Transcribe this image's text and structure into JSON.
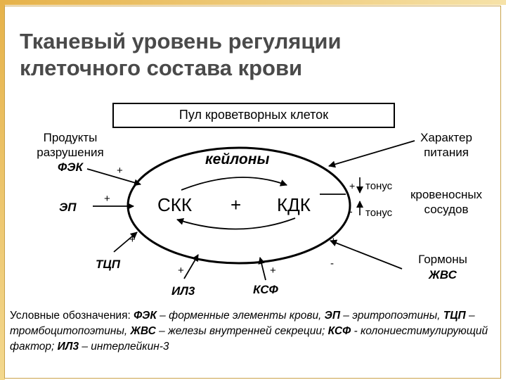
{
  "title": {
    "line1": "Тканевый уровень регуляции",
    "line2": "клеточного состава крови"
  },
  "pool": "Пул кроветворных клеток",
  "left_block": {
    "line1": "Продукты",
    "line2": "разрушения",
    "line3": "ФЭК"
  },
  "right_block": {
    "line1": "Характер",
    "line2": "питания"
  },
  "keylony": "кейлоны",
  "skk": "СКК",
  "plus_center": "+",
  "kdk": "КДК",
  "ep": "ЭП",
  "tcp": "ТЦП",
  "il3": "ИЛ3",
  "ksf": "КСФ",
  "signs": {
    "plus": "+",
    "minus": "-"
  },
  "tonus": "тонус",
  "vessels": {
    "line1": "кровеносных",
    "line2": "сосудов"
  },
  "hormones": {
    "line1": "Гормоны",
    "line2": "ЖВС"
  },
  "legend": {
    "prefix": "Условные обозначения: ",
    "a1": "ФЭК",
    "d1": " – форменные элементы крови, ",
    "a2": "ЭП",
    "d2": " – эритропоэтины, ",
    "a3": "ТЦП",
    "d3": " – тромбоцитопоэтины, ",
    "a4": "ЖВС",
    "d4": " – железы внутренней секреции; ",
    "a5": "КСФ",
    "d5": " - колониестимулирующий фактор; ",
    "a6": "ИЛ3",
    "d6": " – интерлейкин-3"
  }
}
